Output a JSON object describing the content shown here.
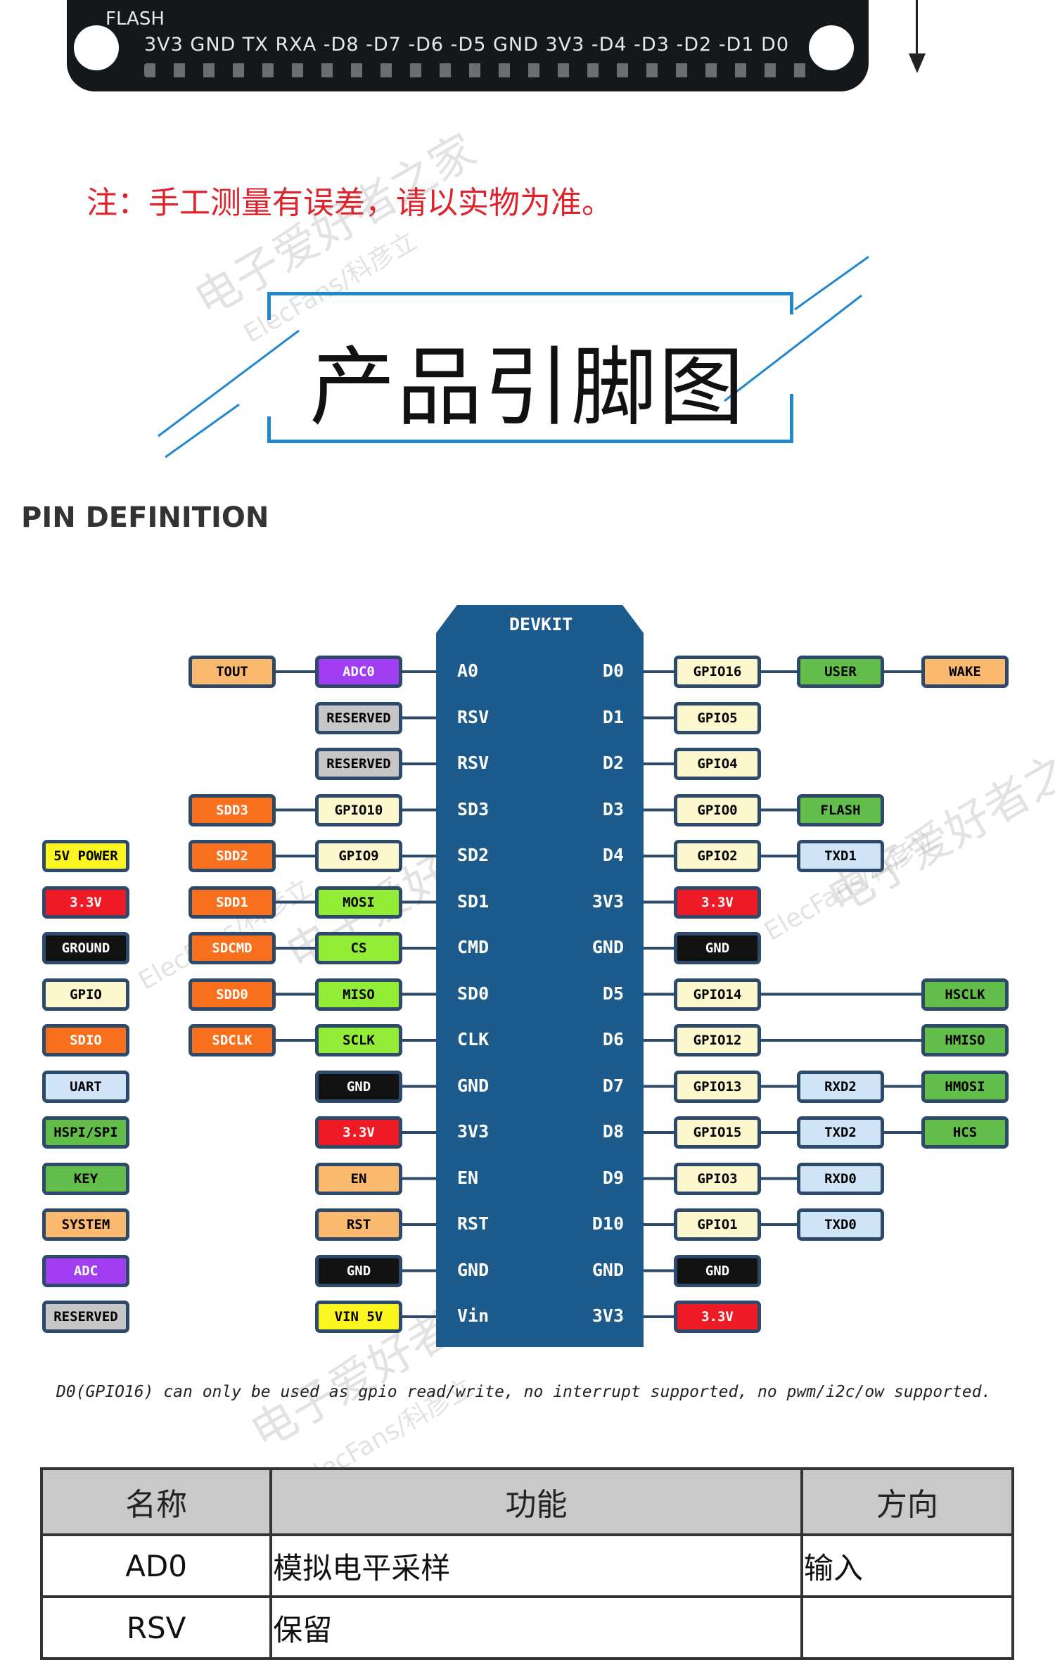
{
  "board": {
    "silk_flash": "FLASH",
    "silk_labels": "3V3 GND TX  RXA -D8 -D7 -D6 -D5 GND 3V3 -D4 -D3 -D2 -D1 D0"
  },
  "note": "注：手工测量有误差，请以实物为准。",
  "section_title": "产品引脚图",
  "section_subtitle": "PIN DEFINITION",
  "chip": {
    "title": "DEVKIT",
    "left_pins": [
      "A0",
      "RSV",
      "RSV",
      "SD3",
      "SD2",
      "SD1",
      "CMD",
      "SD0",
      "CLK",
      "GND",
      "3V3",
      "EN",
      "RST",
      "GND",
      "Vin"
    ],
    "right_pins": [
      "D0",
      "D1",
      "D2",
      "D3",
      "D4",
      "3V3",
      "GND",
      "D5",
      "D6",
      "D7",
      "D8",
      "D9",
      "D10",
      "GND",
      "3V3"
    ]
  },
  "colors": {
    "chip": "#1d5b8c",
    "frame": "#2187cf",
    "orange": "#fab96e",
    "purple": "#a23ef2",
    "gray": "#c6c6c6",
    "red_orange": "#f8701e",
    "yellow": "#faf51e",
    "red": "#ee1b26",
    "black": "#121212",
    "cream": "#fcf7cc",
    "light_blue": "#cfe5f7",
    "green": "#63bd4b",
    "lime": "#93ed37",
    "note_red": "#e0222b"
  },
  "legend": [
    {
      "label": "5V POWER",
      "color": "yellow",
      "text": "#000000"
    },
    {
      "label": "3.3V",
      "color": "red",
      "text": "#ffffff"
    },
    {
      "label": "GROUND",
      "color": "black",
      "text": "#ffffff"
    },
    {
      "label": "GPIO",
      "color": "cream",
      "text": "#000000"
    },
    {
      "label": "SDIO",
      "color": "red_orange",
      "text": "#ffffff"
    },
    {
      "label": "UART",
      "color": "light_blue",
      "text": "#000000"
    },
    {
      "label": "HSPI/SPI",
      "color": "green",
      "text": "#000000"
    },
    {
      "label": "KEY",
      "color": "green",
      "text": "#000000"
    },
    {
      "label": "SYSTEM",
      "color": "orange",
      "text": "#000000"
    },
    {
      "label": "ADC",
      "color": "purple",
      "text": "#ffffff"
    },
    {
      "label": "RESERVED",
      "color": "gray",
      "text": "#000000"
    }
  ],
  "left_rows": [
    {
      "far": {
        "label": "TOUT",
        "color": "orange",
        "text": "#000000"
      },
      "near": {
        "label": "ADC0",
        "color": "purple",
        "text": "#ffffff"
      }
    },
    {
      "far": null,
      "near": {
        "label": "RESERVED",
        "color": "gray",
        "text": "#000000"
      }
    },
    {
      "far": null,
      "near": {
        "label": "RESERVED",
        "color": "gray",
        "text": "#000000"
      }
    },
    {
      "far": {
        "label": "SDD3",
        "color": "red_orange",
        "text": "#ffffff"
      },
      "near": {
        "label": "GPIO10",
        "color": "cream",
        "text": "#000000"
      }
    },
    {
      "far": {
        "label": "SDD2",
        "color": "red_orange",
        "text": "#ffffff"
      },
      "near": {
        "label": "GPIO9",
        "color": "cream",
        "text": "#000000"
      }
    },
    {
      "far": {
        "label": "SDD1",
        "color": "red_orange",
        "text": "#ffffff"
      },
      "near": {
        "label": "MOSI",
        "color": "lime",
        "text": "#000000"
      }
    },
    {
      "far": {
        "label": "SDCMD",
        "color": "red_orange",
        "text": "#ffffff"
      },
      "near": {
        "label": "CS",
        "color": "lime",
        "text": "#000000"
      }
    },
    {
      "far": {
        "label": "SDD0",
        "color": "red_orange",
        "text": "#ffffff"
      },
      "near": {
        "label": "MISO",
        "color": "lime",
        "text": "#000000"
      }
    },
    {
      "far": {
        "label": "SDCLK",
        "color": "red_orange",
        "text": "#ffffff"
      },
      "near": {
        "label": "SCLK",
        "color": "lime",
        "text": "#000000"
      }
    },
    {
      "far": null,
      "near": {
        "label": "GND",
        "color": "black",
        "text": "#ffffff"
      }
    },
    {
      "far": null,
      "near": {
        "label": "3.3V",
        "color": "red",
        "text": "#ffffff"
      }
    },
    {
      "far": null,
      "near": {
        "label": "EN",
        "color": "orange",
        "text": "#000000"
      }
    },
    {
      "far": null,
      "near": {
        "label": "RST",
        "color": "orange",
        "text": "#000000"
      }
    },
    {
      "far": null,
      "near": {
        "label": "GND",
        "color": "black",
        "text": "#ffffff"
      }
    },
    {
      "far": null,
      "near": {
        "label": "VIN 5V",
        "color": "yellow",
        "text": "#000000"
      }
    }
  ],
  "right_rows": [
    {
      "near": {
        "label": "GPIO16",
        "color": "cream",
        "text": "#000000"
      },
      "mid": {
        "label": "USER",
        "color": "green",
        "text": "#000000"
      },
      "far": {
        "label": "WAKE",
        "color": "orange",
        "text": "#000000"
      }
    },
    {
      "near": {
        "label": "GPIO5",
        "color": "cream",
        "text": "#000000"
      },
      "mid": null,
      "far": null
    },
    {
      "near": {
        "label": "GPIO4",
        "color": "cream",
        "text": "#000000"
      },
      "mid": null,
      "far": null
    },
    {
      "near": {
        "label": "GPIO0",
        "color": "cream",
        "text": "#000000"
      },
      "mid": {
        "label": "FLASH",
        "color": "green",
        "text": "#000000"
      },
      "far": null
    },
    {
      "near": {
        "label": "GPIO2",
        "color": "cream",
        "text": "#000000"
      },
      "mid": {
        "label": "TXD1",
        "color": "light_blue",
        "text": "#000000"
      },
      "far": null
    },
    {
      "near": {
        "label": "3.3V",
        "color": "red",
        "text": "#ffffff"
      },
      "mid": null,
      "far": null
    },
    {
      "near": {
        "label": "GND",
        "color": "black",
        "text": "#ffffff"
      },
      "mid": null,
      "far": null
    },
    {
      "near": {
        "label": "GPIO14",
        "color": "cream",
        "text": "#000000"
      },
      "mid": null,
      "far": {
        "label": "HSCLK",
        "color": "green",
        "text": "#000000"
      }
    },
    {
      "near": {
        "label": "GPIO12",
        "color": "cream",
        "text": "#000000"
      },
      "mid": null,
      "far": {
        "label": "HMISO",
        "color": "green",
        "text": "#000000"
      }
    },
    {
      "near": {
        "label": "GPIO13",
        "color": "cream",
        "text": "#000000"
      },
      "mid": {
        "label": "RXD2",
        "color": "light_blue",
        "text": "#000000"
      },
      "far": {
        "label": "HMOSI",
        "color": "green",
        "text": "#000000"
      }
    },
    {
      "near": {
        "label": "GPIO15",
        "color": "cream",
        "text": "#000000"
      },
      "mid": {
        "label": "TXD2",
        "color": "light_blue",
        "text": "#000000"
      },
      "far": {
        "label": "HCS",
        "color": "green",
        "text": "#000000"
      }
    },
    {
      "near": {
        "label": "GPIO3",
        "color": "cream",
        "text": "#000000"
      },
      "mid": {
        "label": "RXD0",
        "color": "light_blue",
        "text": "#000000"
      },
      "far": null
    },
    {
      "near": {
        "label": "GPIO1",
        "color": "cream",
        "text": "#000000"
      },
      "mid": {
        "label": "TXD0",
        "color": "light_blue",
        "text": "#000000"
      },
      "far": null
    },
    {
      "near": {
        "label": "GND",
        "color": "black",
        "text": "#ffffff"
      },
      "mid": null,
      "far": null
    },
    {
      "near": {
        "label": "3.3V",
        "color": "red",
        "text": "#ffffff"
      },
      "mid": null,
      "far": null
    }
  ],
  "footnote": "D0(GPIO16) can only be used as gpio read/write, no interrupt supported, no pwm/i2c/ow supported.",
  "watermarks": [
    "电子爱好者之家",
    "ElecFans/科彦立"
  ],
  "table": {
    "headers": [
      "名称",
      "功能",
      "方向"
    ],
    "rows": [
      [
        "AD0",
        "模拟电平采样",
        "输入"
      ],
      [
        "RSV",
        "保留",
        ""
      ]
    ]
  }
}
